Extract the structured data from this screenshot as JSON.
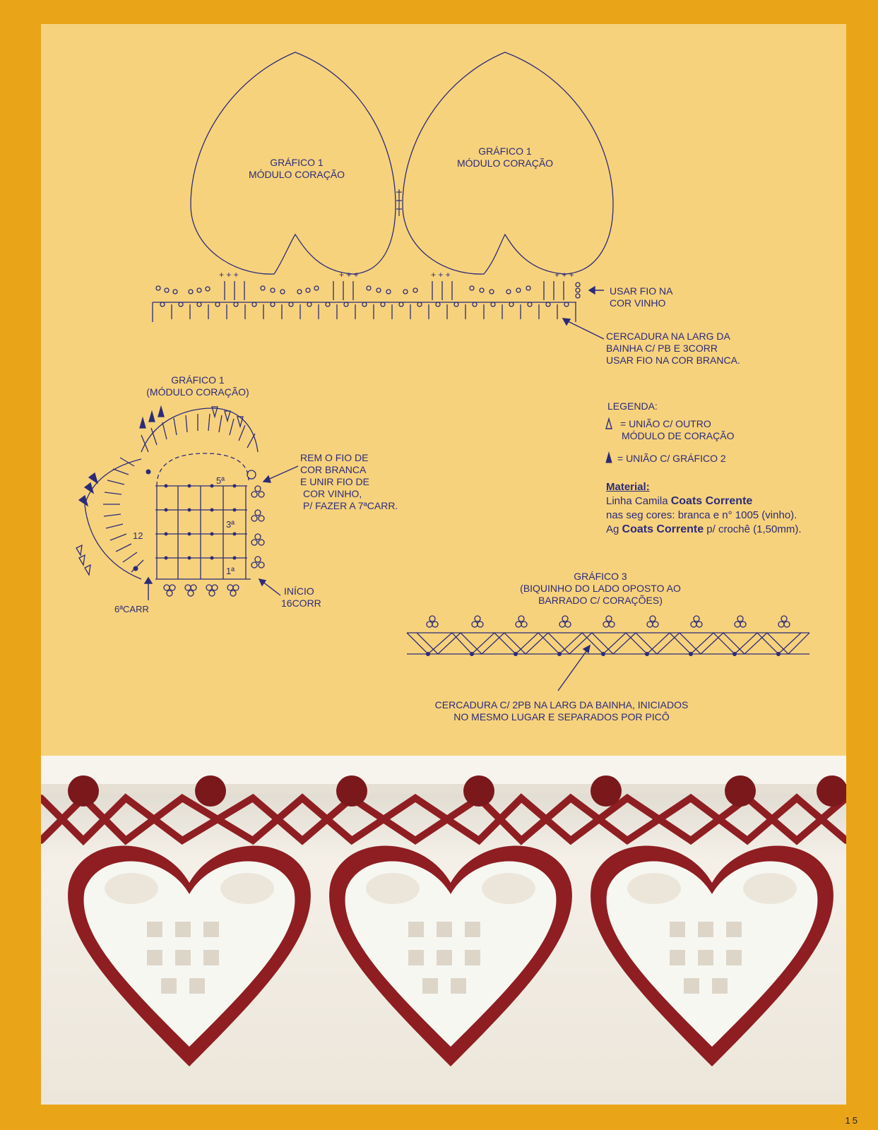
{
  "heart_label_line1": "GRÁFICO 1",
  "heart_label_line2": "MÓDULO CORAÇÃO",
  "usar_fio_vinho": [
    "USAR FIO NA",
    "COR VINHO"
  ],
  "cercadura_branca": [
    "CERCADURA NA LARG DA",
    "BAINHA C/ PB E 3CORR",
    "USAR FIO NA COR BRANCA."
  ],
  "chart1_title": [
    "GRÁFICO 1",
    "(MÓDULO CORAÇÃO)"
  ],
  "rem_fio": [
    "REM O FIO DE",
    "COR BRANCA",
    "E UNIR FIO DE",
    "COR VINHO,",
    "P/ FAZER A 7ªCARR."
  ],
  "inicio": [
    "INÍCIO",
    "16CORR"
  ],
  "carr6": "6ªCARR",
  "row_numbers": {
    "r5": "5ª",
    "r3": "3ª",
    "r1": "1ª",
    "r12": "12"
  },
  "legend": {
    "title": "LEGENDA:",
    "item1": [
      "= UNIÃO C/ OUTRO",
      "MÓDULO DE CORAÇÃO"
    ],
    "item2": "= UNIÃO C/ GRÁFICO 2"
  },
  "material": {
    "heading": "Material:",
    "line1_prefix": "Linha Camila",
    "line1_brand": "Coats Corrente",
    "line2": "nas seg cores: branca e n° 1005 (vinho).",
    "line3_prefix": "Ag",
    "line3_brand": "Coats Corrente",
    "line3_suffix": "p/ crochê (1,50mm)."
  },
  "chart3_title": [
    "GRÁFICO 3",
    "(BIQUINHO DO LADO OPOSTO AO",
    "BARRADO C/ CORAÇÕES)"
  ],
  "cercadura_2pb": [
    "CERCADURA C/ 2PB NA LARG DA BAINHA, INICIADOS",
    "NO MESMO LUGAR E SEPARADOS POR PICÔ"
  ],
  "page_number": "15",
  "colors": {
    "ink": "#2b2b7a",
    "panel": "#f7d27c",
    "frame": "#e9a418",
    "wine": "#8e1e22",
    "white_thread": "#f7f7f2"
  }
}
